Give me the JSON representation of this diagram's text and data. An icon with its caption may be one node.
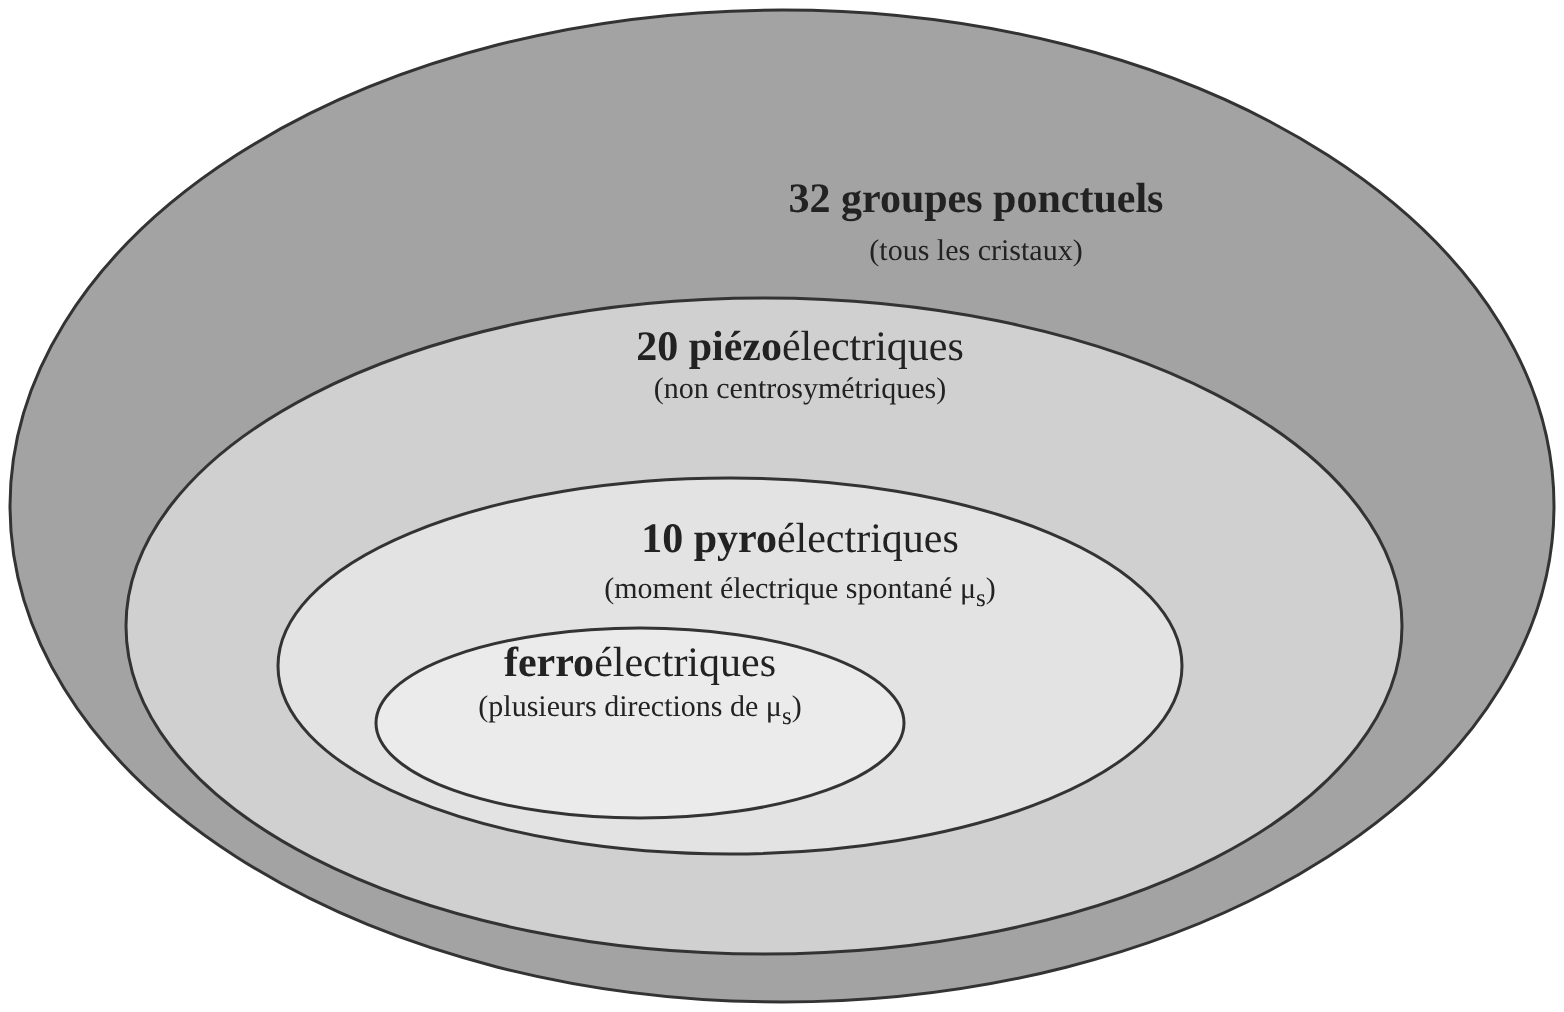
{
  "diagram": {
    "nodes": [
      {
        "text": [
          "32 groupes ponctuels",
          "(tous les cristaux)"
        ]
      },
      {
        "text": [
          "**20 piézo**électriques",
          "(non centrosymétriques)"
        ],
        "in": 0
      },
      {
        "text": [
          "**10 pyro**électriques",
          "(moment électrique spontané μ$_{s}$)"
        ],
        "in": 1
      },
      {
        "text": [
          "**ferro**électriques",
          "(plusieurs directions de μ$_{s}$)"
        ],
        "in": 2
      }
    ]
  }
}
